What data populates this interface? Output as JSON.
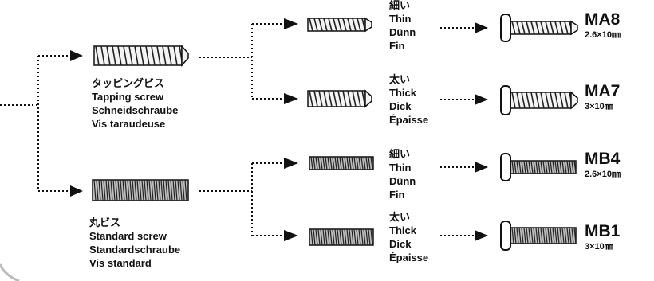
{
  "tapping": {
    "jp": "タッピングビス",
    "en": "Tapping screw",
    "de": "Schneidschraube",
    "fr": "Vis taraudeuse"
  },
  "standard": {
    "jp": "丸ビス",
    "en": "Standard screw",
    "de": "Standardschraube",
    "fr": "Vis standard"
  },
  "variants": [
    {
      "jp": "細い",
      "en": "Thin",
      "de": "Dünn",
      "fr": "Fin",
      "code": "MA8",
      "size": "2.6×10㎜"
    },
    {
      "jp": "太い",
      "en": "Thick",
      "de": "Dick",
      "fr": "Épaisse",
      "code": "MA7",
      "size": "3×10㎜"
    },
    {
      "jp": "細い",
      "en": "Thin",
      "de": "Dünn",
      "fr": "Fin",
      "code": "MB4",
      "size": "2.6×10㎜"
    },
    {
      "jp": "太い",
      "en": "Thick",
      "de": "Dick",
      "fr": "Épaisse",
      "code": "MB1",
      "size": "3×10㎜"
    }
  ]
}
